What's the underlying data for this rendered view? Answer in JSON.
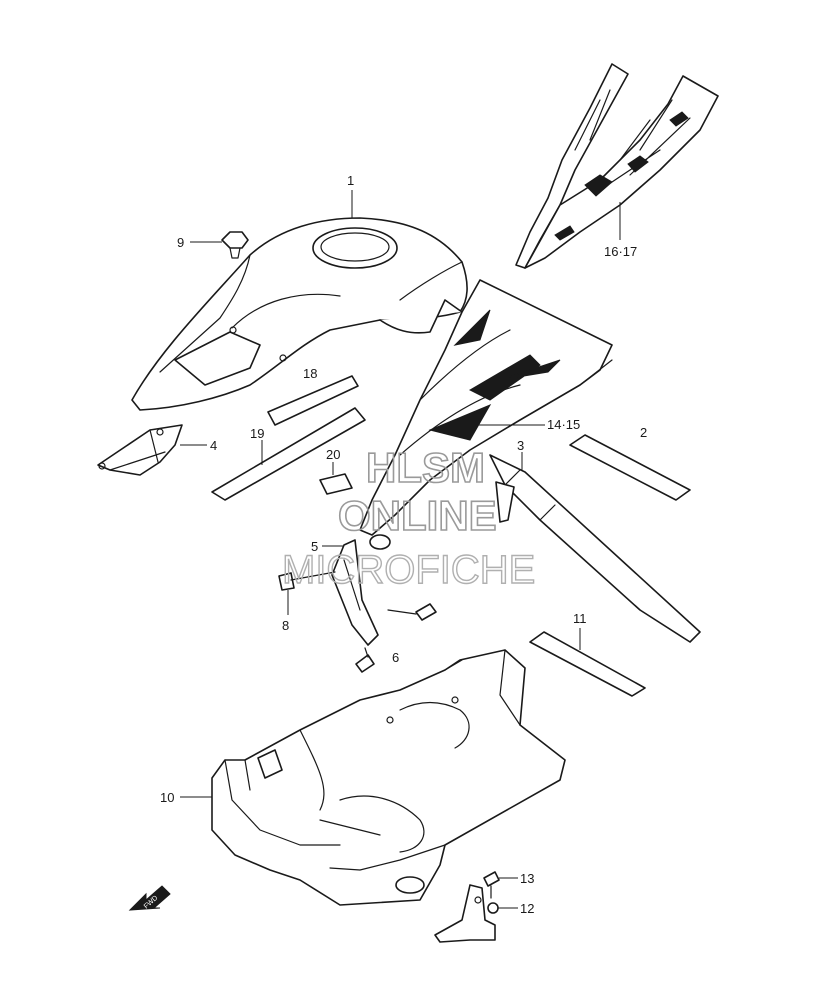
{
  "callouts": {
    "p1": "1",
    "p2": "2",
    "p3": "3",
    "p4": "4",
    "p5": "5",
    "p6": "6",
    "p8": "8",
    "p9": "9",
    "p10": "10",
    "p11": "11",
    "p12": "12",
    "p13": "13",
    "p14_15": "14·15",
    "p16_17": "16·17",
    "p18": "18",
    "p19": "19",
    "p20": "20"
  },
  "watermark": {
    "line1": "HLSM",
    "line2": "ONLINE",
    "line3": "MICROFICHE"
  },
  "front_marker": "FWD"
}
